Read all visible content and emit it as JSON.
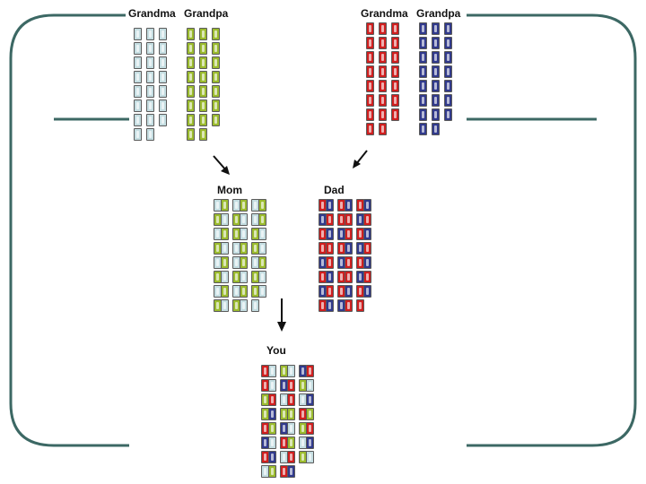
{
  "colors": {
    "frame": "#3c6864",
    "arrow": "#111111",
    "grandma_mom_side": "#c4dde1",
    "grandpa_mom_side": "#9bbb2f",
    "grandma_dad_side": "#cf1f1f",
    "grandpa_dad_side": "#313a8c"
  },
  "labels": {
    "grandma_left": "Grandma",
    "grandpa_left": "Grandpa",
    "grandma_right": "Grandma",
    "grandpa_right": "Grandpa",
    "mom": "Mom",
    "dad": "Dad",
    "you": "You"
  },
  "icons": [
    "chromosome-icon",
    "arrow-down-right-icon",
    "arrow-down-left-icon",
    "arrow-down-icon"
  ],
  "groups": [
    {
      "name": "grandma-left-chromosomes",
      "columns": [
        [
          1,
          1,
          1,
          1,
          1,
          1,
          1,
          1
        ],
        [
          1,
          1,
          1,
          1,
          1,
          1,
          1,
          1
        ],
        [
          1,
          1,
          1,
          1,
          1,
          1,
          1
        ]
      ]
    },
    {
      "name": "grandpa-left-chromosomes",
      "columns": [
        [
          2,
          2,
          2,
          2,
          2,
          2,
          2,
          2
        ],
        [
          2,
          2,
          2,
          2,
          2,
          2,
          2,
          2
        ],
        [
          2,
          2,
          2,
          2,
          2,
          2,
          2
        ]
      ]
    },
    {
      "name": "grandma-right-chromosomes",
      "columns": [
        [
          3,
          3,
          3,
          3,
          3,
          3,
          3,
          3
        ],
        [
          3,
          3,
          3,
          3,
          3,
          3,
          3,
          3
        ],
        [
          3,
          3,
          3,
          3,
          3,
          3,
          3
        ]
      ]
    },
    {
      "name": "grandpa-right-chromosomes",
      "columns": [
        [
          4,
          4,
          4,
          4,
          4,
          4,
          4,
          4
        ],
        [
          4,
          4,
          4,
          4,
          4,
          4,
          4,
          4
        ],
        [
          4,
          4,
          4,
          4,
          4,
          4,
          4
        ]
      ]
    },
    {
      "name": "mom-chromosomes",
      "columns": [
        [
          1,
          2,
          1,
          2,
          1,
          2,
          1,
          2
        ],
        [
          2,
          1,
          2,
          1,
          2,
          1,
          2,
          1
        ],
        [
          1,
          2,
          2,
          1,
          1,
          2,
          1,
          2
        ],
        [
          2,
          1,
          1,
          2,
          2,
          1,
          2,
          1
        ],
        [
          1,
          1,
          2,
          2,
          1,
          2,
          2,
          1
        ],
        [
          2,
          2,
          1,
          1,
          2,
          1,
          1
        ]
      ]
    },
    {
      "name": "dad-chromosomes",
      "columns": [
        [
          3,
          4,
          3,
          3,
          4,
          3,
          4,
          3
        ],
        [
          4,
          3,
          4,
          3,
          3,
          4,
          3,
          4
        ],
        [
          3,
          3,
          4,
          3,
          4,
          3,
          3,
          4
        ],
        [
          4,
          3,
          3,
          4,
          3,
          3,
          4,
          3
        ],
        [
          3,
          4,
          3,
          4,
          3,
          4,
          3,
          3
        ],
        [
          4,
          3,
          4,
          3,
          4,
          3,
          4
        ]
      ]
    },
    {
      "name": "you-chromosomes",
      "columns": [
        [
          3,
          3,
          2,
          2,
          3,
          4,
          3,
          1
        ],
        [
          1,
          1,
          3,
          4,
          2,
          1,
          4,
          2
        ],
        [
          2,
          4,
          1,
          2,
          4,
          3,
          1,
          3
        ],
        [
          1,
          3,
          3,
          2,
          1,
          2,
          3,
          4
        ],
        [
          4,
          2,
          1,
          3,
          2,
          1,
          2
        ],
        [
          3,
          1,
          4,
          2,
          3,
          4,
          1
        ]
      ]
    }
  ]
}
